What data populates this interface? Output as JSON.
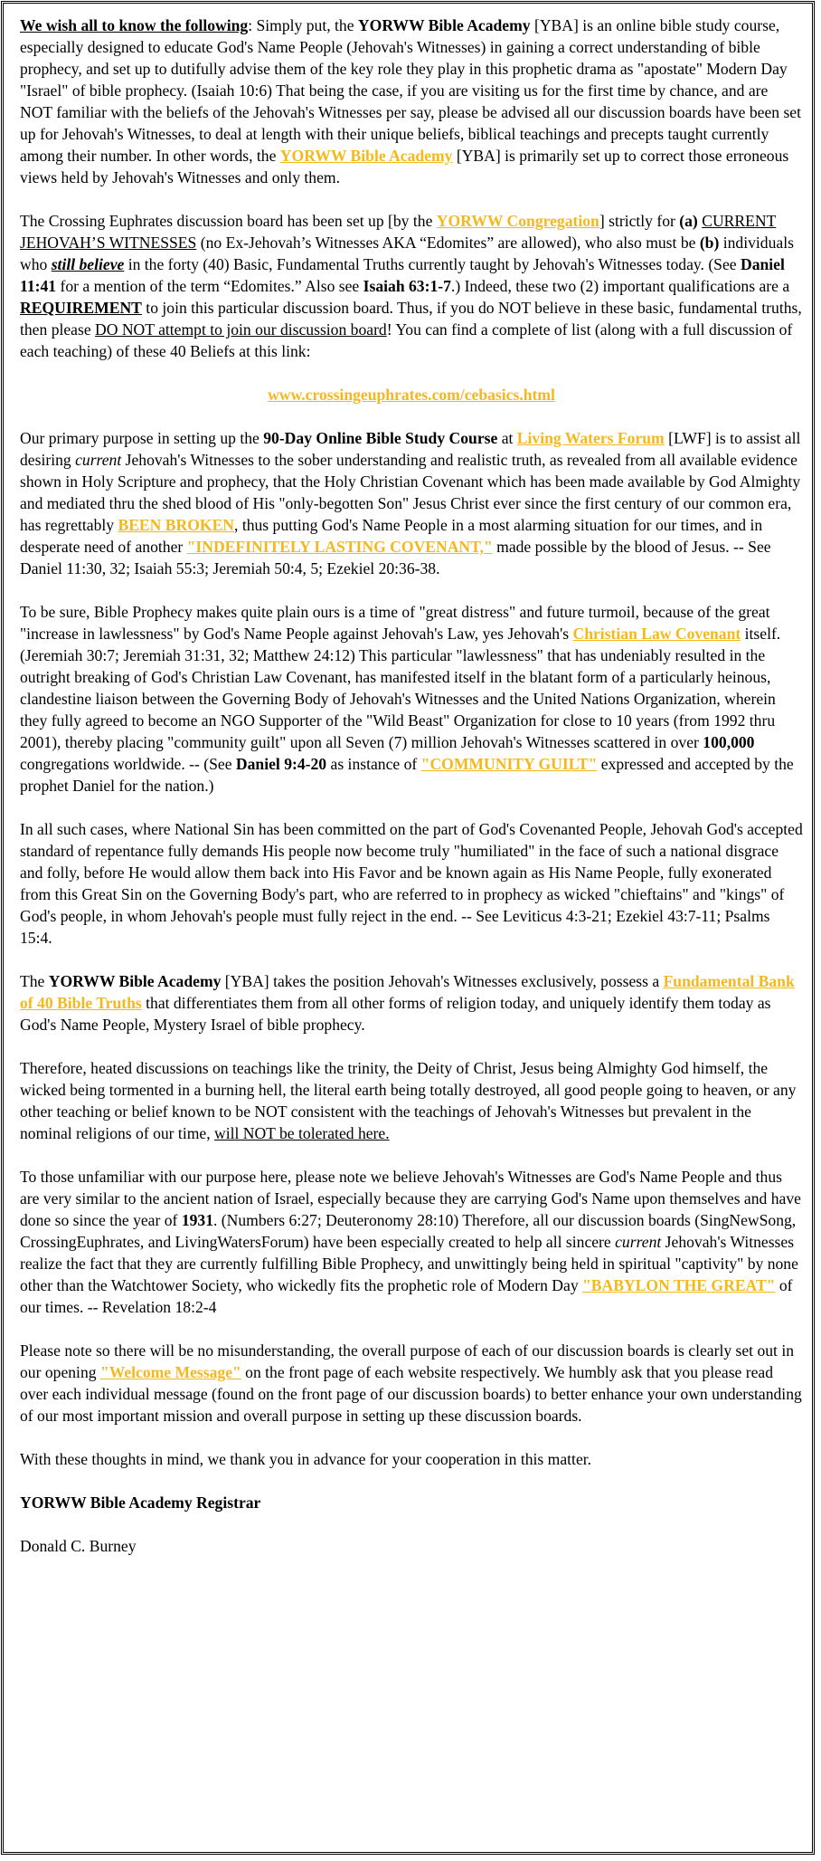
{
  "p1": {
    "lead": "We wish all to know the following",
    "t1": ": Simply put, the ",
    "yba": "YORWW Bible Academy",
    "t2": " [YBA] is an online bible study course, especially designed to educate God's Name People (Jehovah's Witnesses) in gaining a correct understanding of bible prophecy, and set up to dutifully advise them of the key role they play in this prophetic drama as \"apostate\" Modern Day \"Israel\" of bible prophecy. (Isaiah 10:6)  That being the case, if you are visiting us for the first time by chance, and are NOT familiar with the beliefs of the Jehovah's Witnesses per say, please be advised all our discussion boards have been set up for Jehovah's Witnesses, to deal at length with their unique beliefs, biblical teachings and precepts taught currently among their number. In other words, the ",
    "link": "YORWW Bible Academy",
    "t3": " [YBA] is primarily set up to correct those erroneous views held by Jehovah's Witnesses and only them."
  },
  "p2": {
    "t1": "The Crossing Euphrates discussion board has been set up [by the ",
    "link": "YORWW Congregation",
    "t2": "] strictly for ",
    "a": "(a)",
    "sp1": " ",
    "cur": "CURRENT JEHOVAH’S WITNESSES",
    "t3": " (no Ex-Jehovah’s Witnesses AKA “Edomites” are allowed), who also must be ",
    "b": "(b)",
    "t4": " individuals who ",
    "still": "still believe",
    "t5": " in the forty (40) Basic, Fundamental Truths currently taught by Jehovah's Witnesses today. (See ",
    "dan": "Daniel 11:41",
    "t6": " for a mention of the term “Edomites.”  Also see ",
    "isa": "Isaiah 63:1-7",
    "t7": ".)  Indeed, these two (2) important qualifications are a ",
    "req": "REQUIREMENT",
    "t8": " to join this particular discussion board.   Thus, if you do NOT  believe in these basic, fundamental truths, then please ",
    "dont": "DO NOT attempt to join our discussion board",
    "t9": "!  You can find a complete of list (along with a full discussion of each teaching) of these 40 Beliefs at this link:"
  },
  "url": "www.crossingeuphrates.com/cebasics.html",
  "p3": {
    "t1": "Our primary purpose in setting up the ",
    "course": "90-Day Online Bible Study Course",
    "t2": " at ",
    "lwf": "Living Waters Forum",
    "t3": "  [LWF] is to assist all desiring ",
    "current": "current",
    "t4": " Jehovah's Witnesses to the sober understanding and realistic truth, as revealed from all available evidence shown in Holy Scripture and prophecy, that the Holy Christian Covenant which has been made available by God Almighty and mediated thru the shed blood of His \"only-begotten Son\" Jesus Christ ever since the first century of our common era, has regrettably ",
    "broken": "BEEN BROKEN",
    "t5": ", thus putting God's Name People in a most alarming situation for our times, and in desperate need of another ",
    "covenant": "\"INDEFINITELY LASTING COVENANT,\"",
    "t6": " made possible by the blood of Jesus. -- See Daniel 11:30, 32; Isaiah 55:3; Jeremiah 50:4, 5; Ezekiel 20:36-38."
  },
  "p4": {
    "t1": "To be sure, Bible Prophecy makes quite plain ours is a time of \"great distress\" and future turmoil, because of the great \"increase in lawlessness\" by God's Name People against Jehovah's Law, yes Jehovah's ",
    "clc": "Christian Law Covenant",
    "t2": " itself. (Jeremiah 30:7; Jeremiah 31:31, 32; Matthew 24:12)  This particular \"lawlessness\" that has undeniably resulted in the outright breaking of God's Christian Law Covenant, has manifested itself in the blatant form of a particularly heinous, clandestine liaison between the Governing Body of Jehovah's Witnesses and the United Nations Organization, wherein they fully agreed to become an NGO Supporter of the \"Wild Beast\" Organization for close to 10 years (from 1992 thru 2001), thereby placing \"community guilt\" upon all Seven (7) million Jehovah's Witnesses scattered in over ",
    "num": "100,000",
    "t3": " congregations worldwide. -- (See ",
    "dan": "Daniel 9:4-20",
    "t4": " as instance of ",
    "guilt": "\"COMMUNITY GUILT\"",
    "t5": " expressed and accepted by the prophet Daniel for the nation.)"
  },
  "p5": "In all such cases, where National Sin has been committed on the part of God's Covenanted People, Jehovah God's accepted standard of repentance fully demands His people now become truly \"humiliated\" in the face of such a national disgrace and folly, before He would allow them back into His Favor and be known again as His Name People, fully exonerated from this Great Sin on the Governing Body's part, who are referred to in prophecy as wicked \"chieftains\" and \"kings\" of God's people, in whom Jehovah's people must fully reject in the end. -- See Leviticus 4:3-21; Ezekiel 43:7-11; Psalms 15:4.",
  "p6": {
    "t0": "The ",
    "yba": "YORWW Bible Academy",
    "t1": " [YBA] takes the position Jehovah's Witnesses exclusively, possess a ",
    "bank": "Fundamental Bank of 40 Bible Truths",
    "t2": " that differentiates them from all other forms of religion today, and uniquely identify them today as God's Name People, Mystery Israel of bible prophecy."
  },
  "p7": {
    "t1": "Therefore, heated discussions on teachings like the trinity, the Deity of Christ, Jesus being Almighty God himself, the wicked being tormented in a burning hell, the literal earth being totally destroyed, all good people going to heaven, or any other teaching or belief known to be NOT consistent with the teachings of Jehovah's Witnesses but prevalent in the nominal religions of our time, ",
    "u": "will NOT be tolerated here."
  },
  "p8": {
    "t1": "To those unfamiliar with our purpose here, please note we believe Jehovah's Witnesses are God's Name People and thus are very similar to the ancient nation of Israel, especially because they are carrying God's Name upon themselves and have done so since the year of ",
    "year": "1931",
    "t2": ". (Numbers 6:27; Deuteronomy 28:10)  Therefore, all our discussion boards (SingNewSong, CrossingEuphrates, and LivingWatersForum) have been especially created to help all sincere ",
    "current": "current",
    "t3": " Jehovah's Witnesses realize the fact that they are currently fulfilling Bible Prophecy, and unwittingly being held in spiritual \"captivity\" by none other than the Watchtower Society, who wickedly fits the prophetic role of Modern Day ",
    "babylon": "\"BABYLON THE GREAT\"",
    "t4": " of our times. -- Revelation 18:2-4"
  },
  "p9": {
    "t1": "Please note so there will be no misunderstanding, the overall purpose of each of our discussion boards is clearly set out in our opening ",
    "welcome": "\"Welcome Message\"",
    "t2": " on the front page of each website respectively. We humbly ask that you please read over each individual message (found on the front page of our discussion boards) to better enhance your own understanding of our most important mission and overall purpose in setting up these discussion boards."
  },
  "p10": "With these thoughts in mind, we thank you in advance for your cooperation in this matter.",
  "sig_title": "YORWW Bible Academy Registrar",
  "sig_name": "Donald C. Burney",
  "colors": {
    "link": "#f5b81c",
    "text": "#000000"
  }
}
